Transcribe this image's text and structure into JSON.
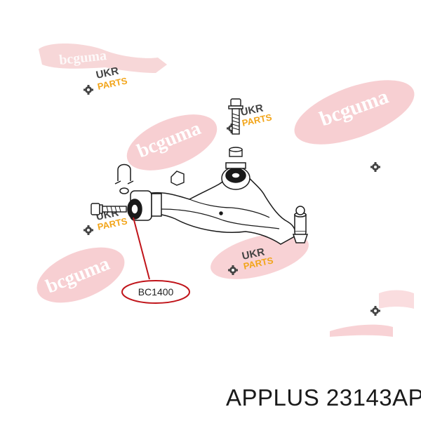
{
  "diagram": {
    "watermarks": {
      "bcguma_text": "bcguma",
      "ukr_text": "UKR",
      "parts_text": "PARTS",
      "bcguma_color": "#e8343c",
      "ukr_color": "#f2a51a"
    },
    "callout": {
      "label": "BC1400",
      "color": "#c0141a"
    }
  },
  "footer": {
    "part_number": "APPLUS 23143AP"
  }
}
